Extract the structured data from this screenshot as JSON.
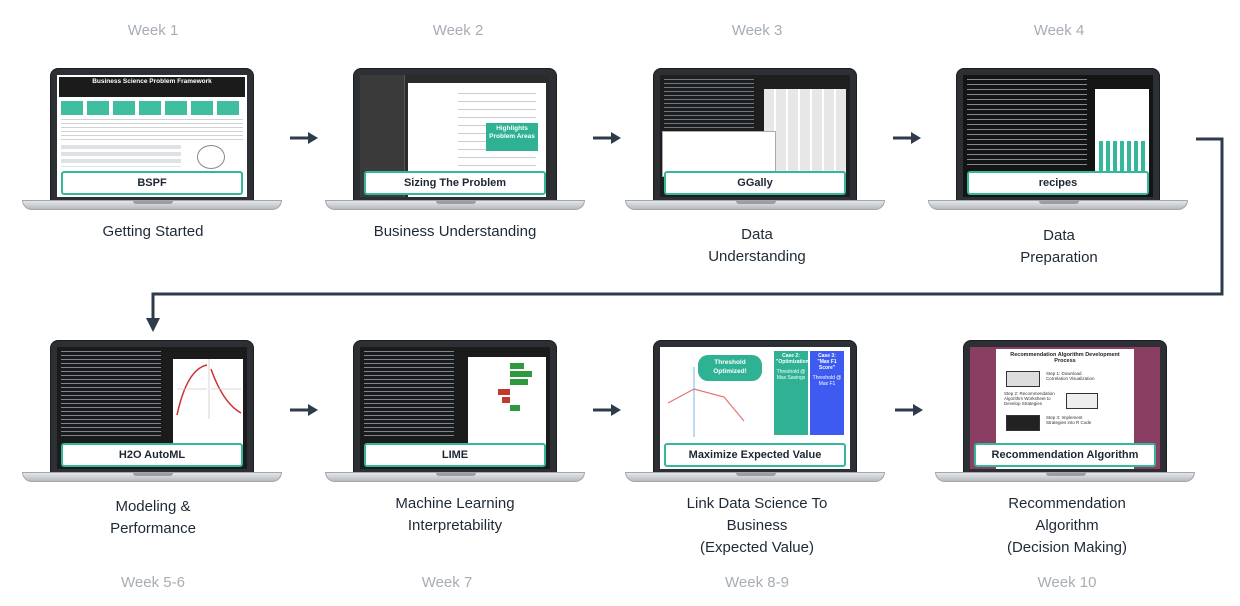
{
  "colors": {
    "arrow": "#2f3b4a",
    "accent": "#35b79c",
    "week": "#a6adb4",
    "caption": "#1f2a36"
  },
  "steps": [
    {
      "week": "Week 1",
      "tag": "BSPF",
      "caption": [
        "Getting Started"
      ]
    },
    {
      "week": "Week 2",
      "tag": "Sizing The Problem",
      "caption": [
        "Business Understanding"
      ]
    },
    {
      "week": "Week 3",
      "tag": "GGally",
      "caption": [
        "Data",
        "Understanding"
      ]
    },
    {
      "week": "Week 4",
      "tag": "recipes",
      "caption": [
        "Data",
        "Preparation"
      ]
    },
    {
      "week": "Week 5-6",
      "tag": "H2O AutoML",
      "caption": [
        "Modeling &",
        "Performance"
      ]
    },
    {
      "week": "Week 7",
      "tag": "LIME",
      "caption": [
        "Machine Learning",
        "Interpretability"
      ]
    },
    {
      "week": "Week 8-9",
      "tag": "Maximize Expected Value",
      "caption": [
        "Link Data Science To",
        "Business",
        "(Expected Value)"
      ]
    },
    {
      "week": "Week 10",
      "tag": "Recommendation Algorithm",
      "caption": [
        "Recommendation",
        "Algorithm",
        "(Decision Making)"
      ]
    }
  ],
  "screens": {
    "bspf_title": "Business Science Problem Framework",
    "sizing_callout": "Highlights Problem Areas",
    "threshold_callout": "Threshold Optimized!",
    "case2_title": "Case 2: \"Optimization\"",
    "case2_body": "Threshold @ Max Savings",
    "case3_title": "Case 3: \"Max F1 Score\"",
    "case3_body": "Threshold @ Max F1",
    "rec_title": "Recommendation Algorithm Development Process",
    "rec_step1": "Step 1: Download Correlation Visualization",
    "rec_step2": "Step 2: Recommendation Algorithm Worksheet to Develop Strategies",
    "rec_step3": "Step 3: Implement Strategies into R Code"
  }
}
